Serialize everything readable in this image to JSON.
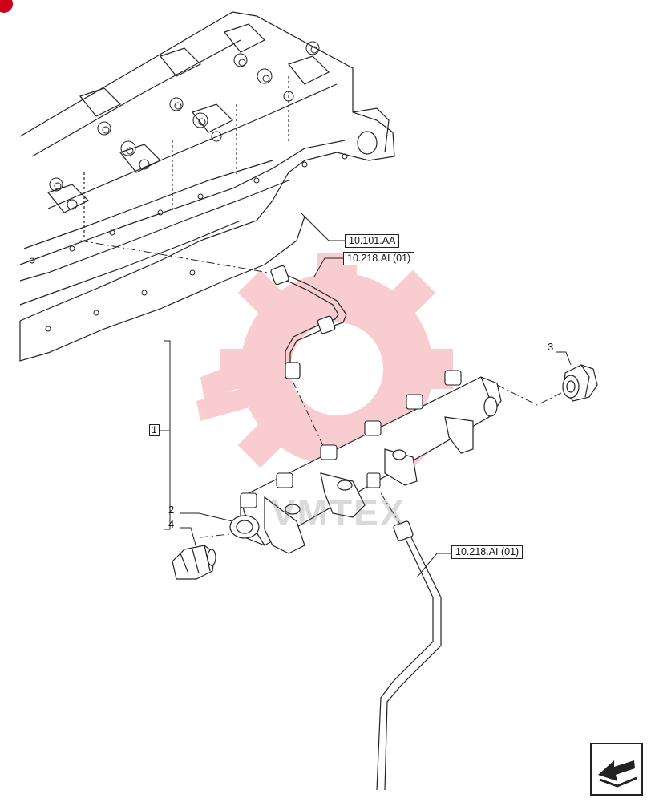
{
  "references": {
    "engine_block": "10.101.AA",
    "upper_pipe": "10.218.AI (01)",
    "lower_pipe": "10.218.AI (01)"
  },
  "callouts": {
    "group": "1",
    "rail": "2",
    "plug": "3",
    "sensor": "4"
  },
  "watermark": {
    "text": "VMTEX"
  },
  "icons": {
    "navigation": "page-back-arrow-icon",
    "badge": "corner-badge-icon"
  },
  "colors": {
    "line": "#222222",
    "watermark_red": "#e8202a",
    "badge": "#d0021b"
  }
}
